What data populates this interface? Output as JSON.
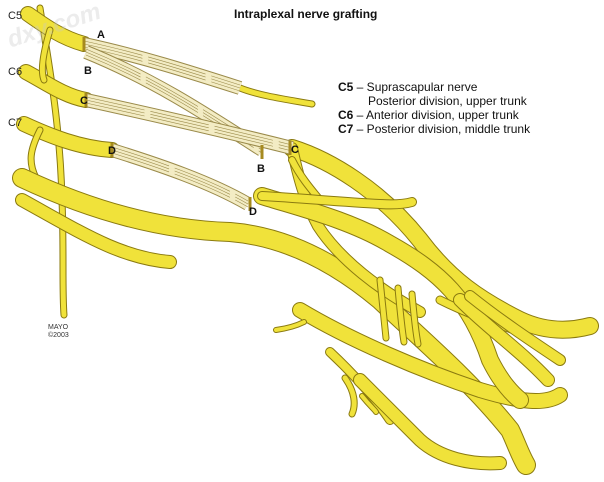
{
  "title": "Intraplexal nerve grafting",
  "roots": [
    {
      "label": "C5",
      "id": "c5"
    },
    {
      "label": "C6",
      "id": "c6"
    },
    {
      "label": "C7",
      "id": "c7"
    }
  ],
  "point_labels": [
    "A",
    "B",
    "C",
    "C",
    "B",
    "D",
    "D"
  ],
  "legend": [
    {
      "key": "C5",
      "text": " – Suprascapular nerve"
    },
    {
      "key": "",
      "text": "Posterior division, upper trunk"
    },
    {
      "key": "C6",
      "text": " – Anterior division, upper trunk"
    },
    {
      "key": "C7",
      "text": " – Posterior division, middle trunk"
    }
  ],
  "credit": [
    "MAYO",
    "©2003"
  ],
  "watermark": "dxy.com",
  "colors": {
    "nerve": "#f0e23a",
    "nerve_outline": "#8a7a10",
    "graft": "#f3ecc4",
    "graft_outline": "#9a8a4a"
  }
}
